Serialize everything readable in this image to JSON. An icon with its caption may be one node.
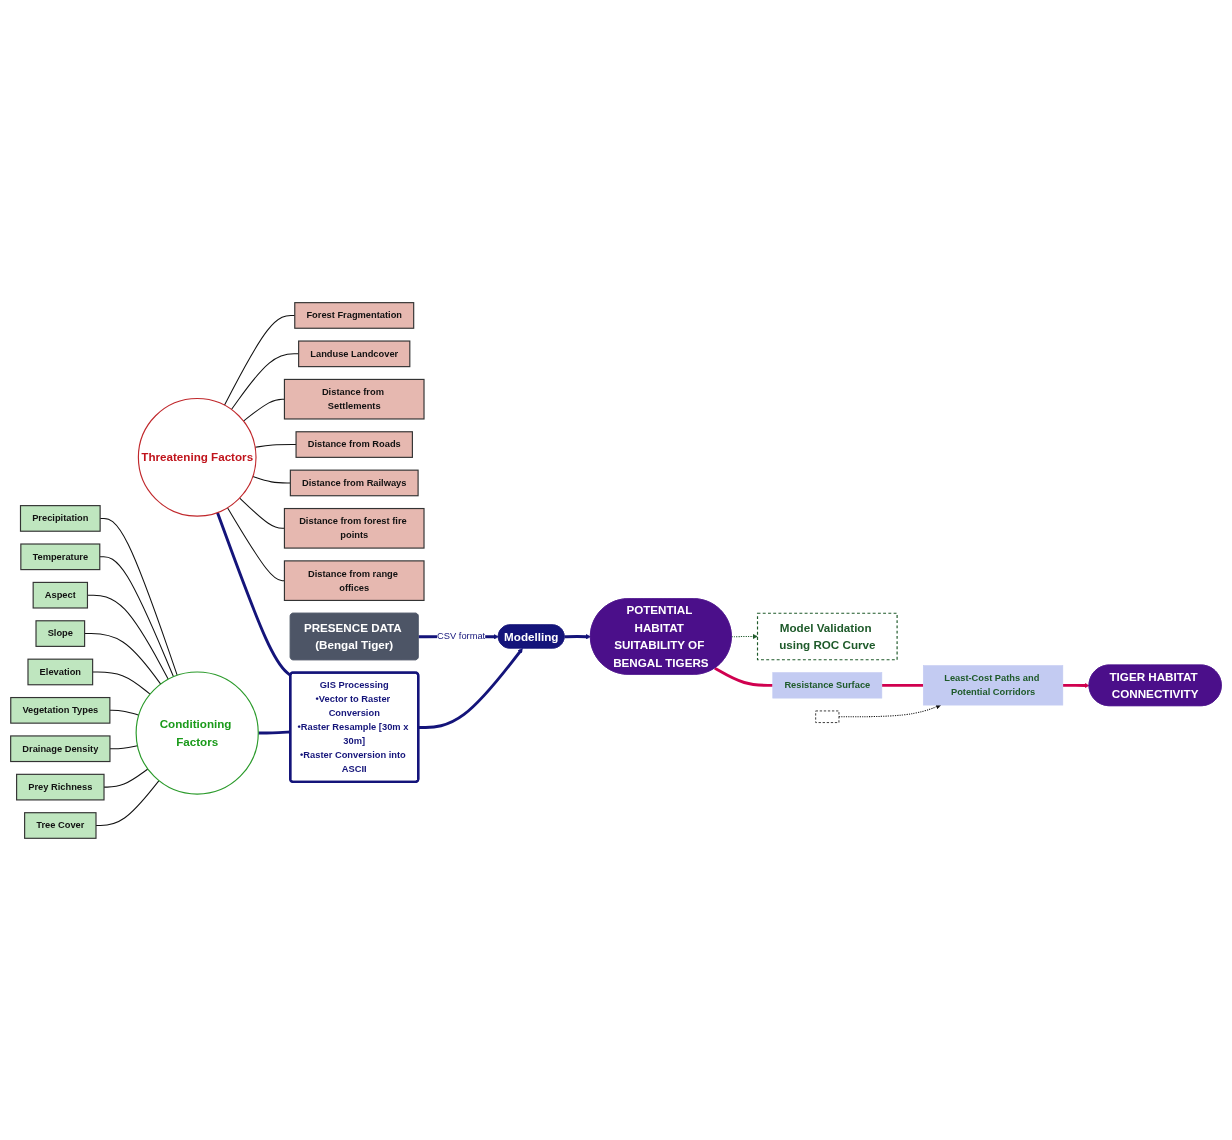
{
  "diagram": {
    "nodes": [
      {
        "text": [
          "Tree Cover"
        ]
      },
      {
        "text": [
          "Prey Richness"
        ]
      },
      {
        "text": [
          "Drainage Density"
        ]
      },
      {
        "text": [
          "Vegetation Types"
        ]
      },
      {
        "text": [
          "Elevation"
        ]
      },
      {
        "text": [
          "Slope"
        ]
      },
      {
        "text": [
          "Aspect"
        ]
      },
      {
        "text": [
          "Temperature"
        ]
      },
      {
        "text": [
          "Precipitation"
        ]
      },
      {
        "text": [
          "Forest Fragmentation"
        ]
      },
      {
        "text": [
          "Landuse Landcover"
        ]
      },
      {
        "text": [
          "Distance from Settlements"
        ]
      },
      {
        "text": [
          "Distance from Roads"
        ]
      },
      {
        "text": [
          "Distance from Railways"
        ]
      },
      {
        "text": [
          "Distance from forest fire points"
        ]
      },
      {
        "text": [
          "Distance from range offices"
        ]
      },
      {
        "text": [
          "Conditioning Factors"
        ]
      },
      {
        "text": [
          "Threatening Factors"
        ]
      },
      {
        "text": [
          "GIS Processing",
          "•Vector to Raster Conversion",
          "•Raster Resample [30m x 30m]",
          "•Raster Conversion into ASCII"
        ]
      },
      {
        "text": [
          "Modelling"
        ]
      },
      {
        "text": [
          "PRESENCE DATA (Bengal Tiger)"
        ]
      },
      {
        "text": [
          "POTENTIAL HABITAT SUITABILITY OF BENGAL TIGERS"
        ]
      },
      {
        "text": [
          "Model Validation using ROC Curve"
        ]
      },
      {
        "text": [],
        "shape": "box"
      },
      {
        "text": [
          "Resistance Surface"
        ]
      },
      {
        "text": [
          "Least-Cost Paths and Potential Corridors"
        ]
      },
      {
        "text": [
          "TIGER HABITAT CONNECTIVITY"
        ]
      }
    ],
    "edges": [
      {
        "from": 0,
        "to": 16,
        "arrow": "none"
      },
      {
        "from": 1,
        "to": 16,
        "arrow": "none"
      },
      {
        "from": 2,
        "to": 16,
        "arrow": "none"
      },
      {
        "from": 3,
        "to": 16,
        "arrow": "none"
      },
      {
        "from": 4,
        "to": 16,
        "arrow": "none"
      },
      {
        "from": 5,
        "to": 16,
        "arrow": "none"
      },
      {
        "from": 6,
        "to": 16,
        "arrow": "none"
      },
      {
        "from": 7,
        "to": 16,
        "arrow": "none"
      },
      {
        "from": 8,
        "to": 16,
        "arrow": "none"
      },
      {
        "from": 17,
        "to": 9,
        "arrow": "none"
      },
      {
        "from": 17,
        "to": 10,
        "arrow": "none"
      },
      {
        "from": 17,
        "to": 11,
        "arrow": "none"
      },
      {
        "from": 17,
        "to": 12,
        "arrow": "none"
      },
      {
        "from": 17,
        "to": 13,
        "arrow": "none"
      },
      {
        "from": 17,
        "to": 14,
        "arrow": "none"
      },
      {
        "from": 17,
        "to": 15,
        "arrow": "none"
      },
      {
        "from": 16,
        "to": 18,
        "arrow": "none",
        "style": "thick",
        "color": "#14147a"
      },
      {
        "from": 17,
        "to": 18,
        "arrow": "none",
        "style": "thick",
        "color": "#14147a"
      },
      {
        "from": 18,
        "to": 19,
        "arrow": "to",
        "style": "thick",
        "color": "#14147a"
      },
      {
        "from": 20,
        "to": 19,
        "arrow": "to",
        "label": "CSV format",
        "style": "thick",
        "color": "#14147a"
      },
      {
        "from": 19,
        "to": 21,
        "arrow": "to",
        "style": "thick",
        "color": "#14147a"
      },
      {
        "from": 21,
        "to": 22,
        "arrow": "to",
        "style": "dashed",
        "color": "#1e5a2a"
      },
      {
        "from": 23,
        "to": 25,
        "arrow": "to",
        "style": "dashed"
      },
      {
        "from": 21,
        "to": 24,
        "arrow": "none",
        "style": "thick",
        "color": "#d0004f"
      },
      {
        "from": 24,
        "to": 25,
        "arrow": "none",
        "style": "thick",
        "color": "#d0004f"
      },
      {
        "from": 25,
        "to": 26,
        "arrow": "to",
        "style": "thick",
        "color": "#d0004f"
      }
    ]
  }
}
